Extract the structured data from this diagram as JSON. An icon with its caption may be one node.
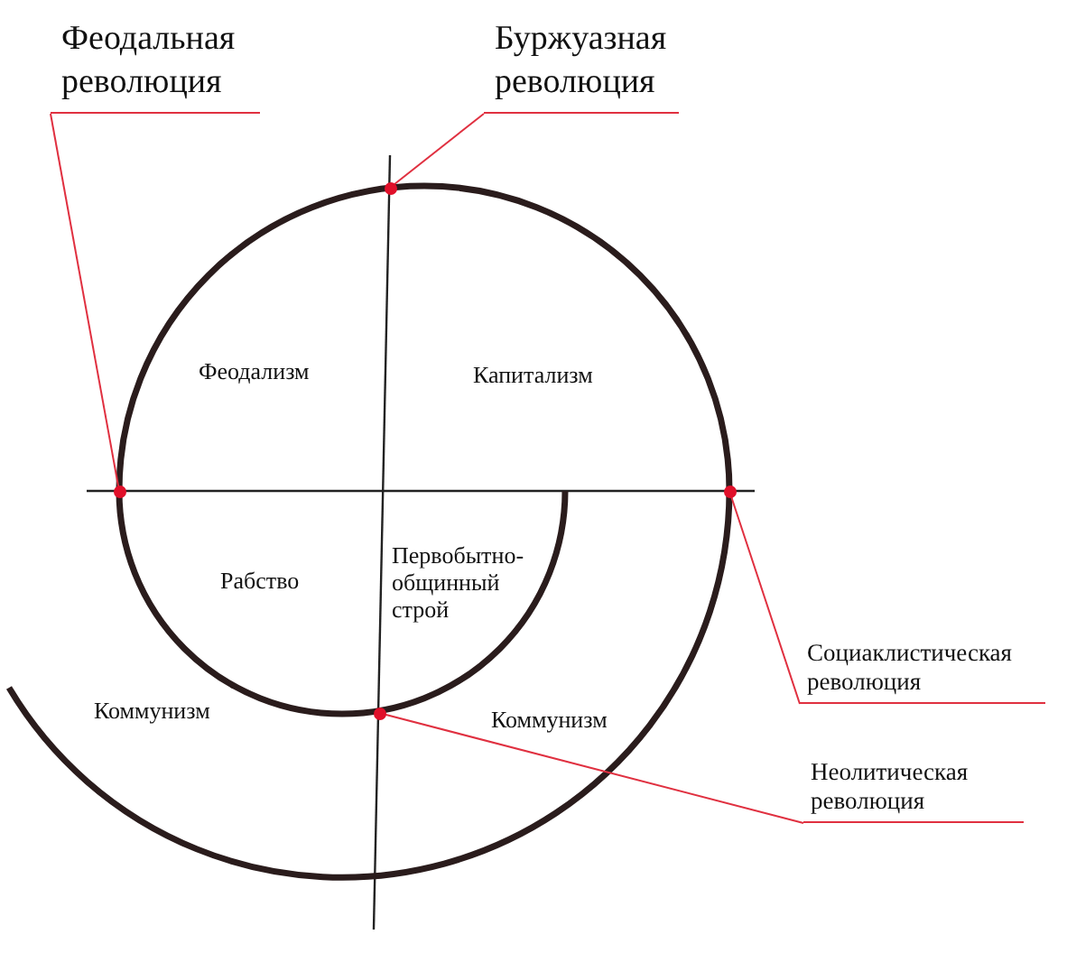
{
  "diagram": {
    "nodes": [
      {
        "text": [
          "Феодальная революция"
        ]
      },
      {
        "text": [
          "Буржуазная революция"
        ]
      },
      {
        "text": [
          "Социаклистическая революция"
        ]
      },
      {
        "text": [
          "Неолитическая революция"
        ]
      },
      {
        "text": [],
        "shape": "circle"
      },
      {
        "text": [],
        "shape": "circle"
      },
      {
        "text": [],
        "shape": "circle"
      },
      {
        "text": [],
        "shape": "circle"
      }
    ],
    "edges": [
      {
        "from": 0,
        "to": 4,
        "arrow": "none"
      },
      {
        "from": 1,
        "to": 5,
        "arrow": "none"
      },
      {
        "from": 2,
        "to": 6,
        "arrow": "none"
      },
      {
        "from": 3,
        "to": 7,
        "arrow": "none"
      }
    ],
    "labels": [
      "Феодализм",
      "Капитализм",
      "Рабство",
      "Первобытно-общинный строй",
      "Коммунизм",
      "Коммунизм"
    ]
  }
}
